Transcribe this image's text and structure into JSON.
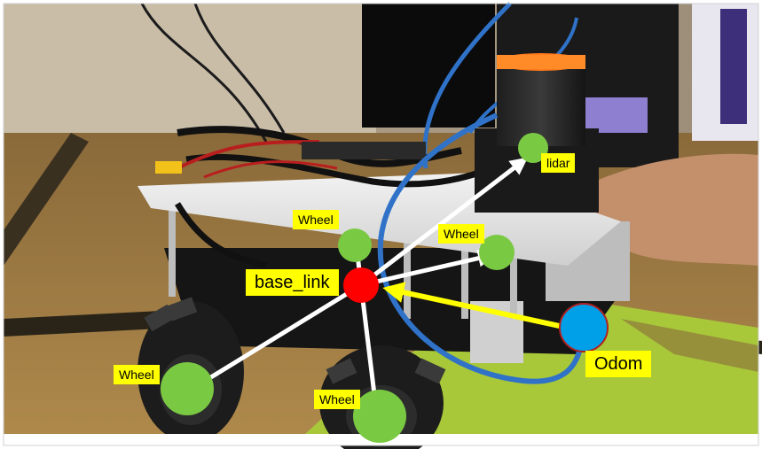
{
  "frames": [
    {
      "id": "base_link",
      "label": "base_link",
      "color": "#ff0000"
    },
    {
      "id": "odom",
      "label": "Odom",
      "color": "#00a0e9"
    },
    {
      "id": "lidar",
      "label": "lidar",
      "color": "#7ac943"
    },
    {
      "id": "wheel_back_left",
      "label": "Wheel",
      "color": "#7ac943"
    },
    {
      "id": "wheel_back_right",
      "label": "Wheel",
      "color": "#7ac943"
    },
    {
      "id": "wheel_front_left",
      "label": "Wheel",
      "color": "#7ac943"
    },
    {
      "id": "wheel_front_right",
      "label": "Wheel",
      "color": "#7ac943"
    }
  ],
  "label_color": "#ffff00",
  "arrow_colors": {
    "child_links": "#ffffff",
    "odom_link": "#ffff00"
  }
}
